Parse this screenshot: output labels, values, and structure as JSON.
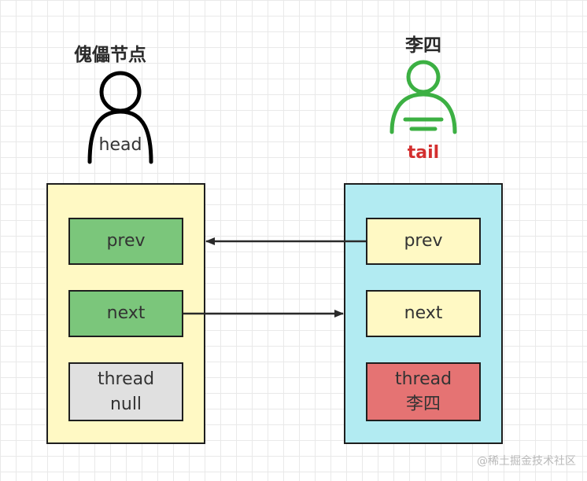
{
  "left": {
    "title": "傀儡节点",
    "label": "head",
    "fields": {
      "prev": "prev",
      "next": "next",
      "thread": "thread\nnull"
    }
  },
  "right": {
    "title": "李四",
    "label": "tail",
    "fields": {
      "prev": "prev",
      "next": "next",
      "thread": "thread\n李四"
    }
  },
  "watermark": "@稀土掘金技术社区",
  "colors": {
    "left_node_bg": "#fff9c4",
    "right_node_bg": "#b2ebf2",
    "green_cell": "#7bc67b",
    "yellow_cell": "#fff9c4",
    "gray_cell": "#e0e0e0",
    "red_cell": "#e57373",
    "person_black": "#000000",
    "person_green": "#3cb043",
    "tail_red": "#d32f2f"
  }
}
